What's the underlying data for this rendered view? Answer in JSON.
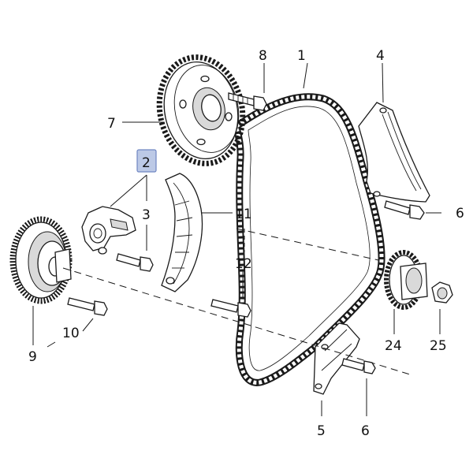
{
  "callouts": {
    "c1": "1",
    "c2": "2",
    "c3": "3",
    "c4": "4",
    "c5": "5",
    "c6a": "6",
    "c6b": "6",
    "c7": "7",
    "c8": "8",
    "c9": "9",
    "c10": "10",
    "c11": "11",
    "c12": "12",
    "c24": "24",
    "c25": "25"
  },
  "highlight_color": "#bcc9e6"
}
